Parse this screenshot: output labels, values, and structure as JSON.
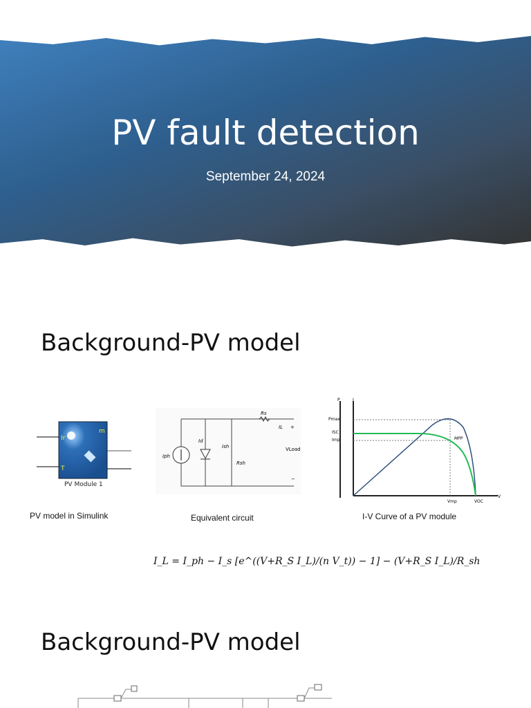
{
  "slide1": {
    "title": "PV fault detection",
    "date": "September 24, 2024"
  },
  "slide2": {
    "heading": "Background-PV model",
    "simulink": {
      "caption": "PV model in Simulink",
      "block_label": "PV Module 1",
      "ports": [
        "Ir",
        "T",
        "m",
        "+",
        "-"
      ]
    },
    "circuit": {
      "caption": "Equivalent circuit",
      "labels": [
        "Rs",
        "IL",
        "+",
        "VLoad",
        "Id",
        "Ish",
        "Iph",
        "Rsh",
        "−"
      ]
    },
    "iv": {
      "caption": "I-V Curve of a PV module",
      "labels": [
        "P",
        "I",
        "Pmax",
        "ISC",
        "Imp",
        "MPP",
        "Vmp",
        "VOC",
        "V"
      ]
    },
    "equation": "I_L = I_ph − I_s [e^((V+R_S I_L)/(n V_t)) − 1] − (V+R_S I_L)/R_sh"
  },
  "slide3": {
    "heading": "Background-PV model"
  }
}
